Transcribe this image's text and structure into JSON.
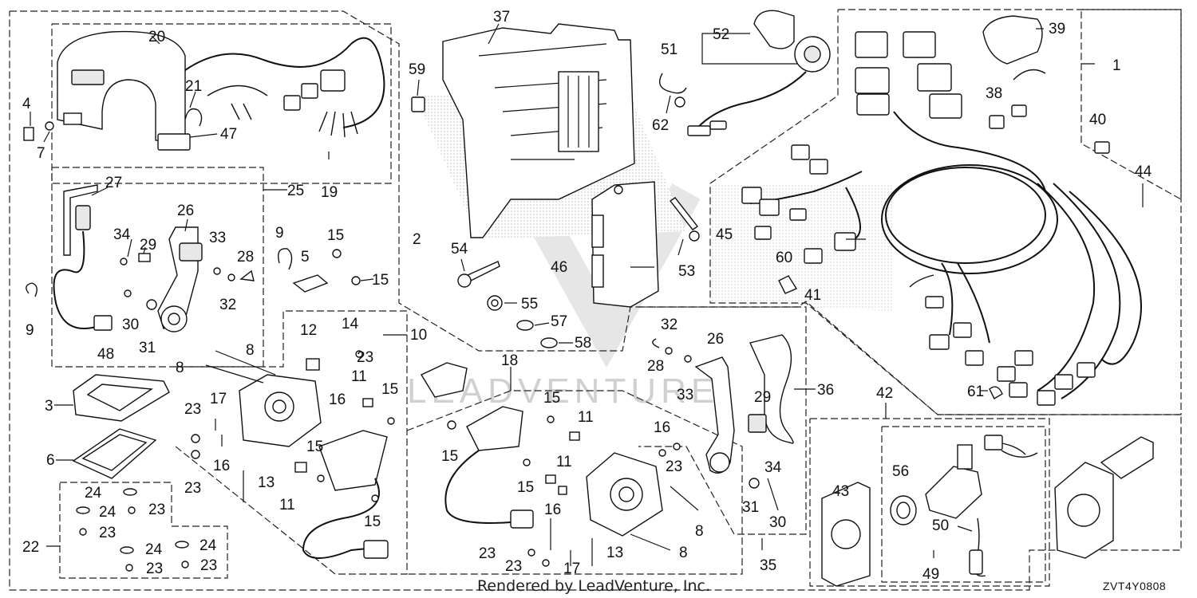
{
  "callouts": [
    "1",
    "2",
    "3",
    "4",
    "5",
    "6",
    "7",
    "8",
    "9",
    "10",
    "11",
    "12",
    "13",
    "14",
    "15",
    "16",
    "17",
    "18",
    "19",
    "20",
    "21",
    "22",
    "23",
    "24",
    "25",
    "26",
    "27",
    "28",
    "29",
    "30",
    "31",
    "32",
    "33",
    "34",
    "35",
    "36",
    "37",
    "38",
    "39",
    "40",
    "41",
    "42",
    "43",
    "44",
    "45",
    "46",
    "47",
    "48",
    "49",
    "50",
    "51",
    "52",
    "53",
    "54",
    "55",
    "56",
    "57",
    "58",
    "59",
    "60",
    "61",
    "62"
  ],
  "credit": "Rendered by LeadVenture, Inc.",
  "diagram_code": "ZVT4Y0808",
  "watermark": "LEADVENTURE"
}
